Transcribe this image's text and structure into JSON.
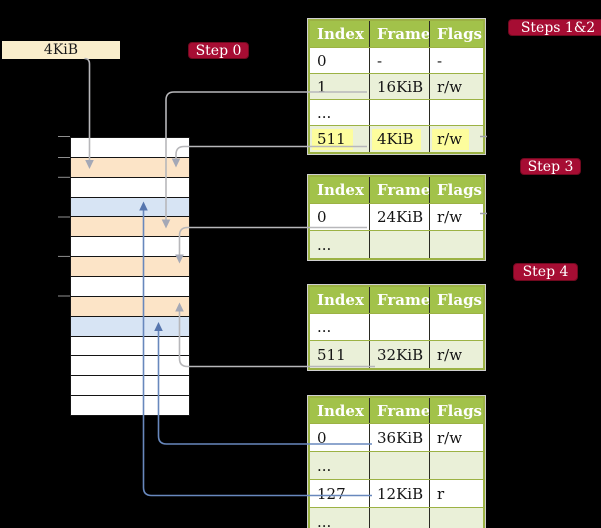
{
  "colors": {
    "background": "#000000",
    "badge_red": "#a60d33",
    "header_green": "#a2c24a",
    "row_green": "#eaf0d8",
    "row_white": "#ffffff",
    "frame_orange": "#fce4c7",
    "frame_blue": "#d7e4f4",
    "cream": "#faeecb",
    "highlight_yellow": "#fdfd9d",
    "arrow_gray": "#b7b7ba",
    "arrow_blue": "#6888bd"
  },
  "labels": {
    "root_box": "4KiB",
    "step0": "Step 0",
    "steps12": "Steps 1&2",
    "step3": "Step 3",
    "step4": "Step 4"
  },
  "memory": {
    "rows": [
      "white",
      "orange",
      "white",
      "blue",
      "orange",
      "white",
      "orange",
      "white",
      "orange",
      "blue",
      "white",
      "white",
      "white",
      "white"
    ]
  },
  "tables": [
    {
      "id": "page-table-root",
      "headers": [
        "Index",
        "Frame",
        "Flags"
      ],
      "rows": [
        {
          "cells": [
            "0",
            "-",
            "-"
          ],
          "highlight": false
        },
        {
          "cells": [
            "1",
            "16KiB",
            "r/w"
          ],
          "highlight": false
        },
        {
          "cells": [
            "...",
            "",
            ""
          ],
          "highlight": false
        },
        {
          "cells": [
            "511",
            "4KiB",
            "r/w"
          ],
          "highlight": true
        }
      ]
    },
    {
      "id": "page-table-level3",
      "headers": [
        "Index",
        "Frame",
        "Flags"
      ],
      "rows": [
        {
          "cells": [
            "0",
            "24KiB",
            "r/w"
          ],
          "highlight": false
        },
        {
          "cells": [
            "...",
            "",
            ""
          ],
          "highlight": false
        }
      ]
    },
    {
      "id": "page-table-level2",
      "headers": [
        "Index",
        "Frame",
        "Flags"
      ],
      "rows": [
        {
          "cells": [
            "...",
            "",
            ""
          ],
          "highlight": false
        },
        {
          "cells": [
            "511",
            "32KiB",
            "r/w"
          ],
          "highlight": false
        }
      ]
    },
    {
      "id": "page-table-level1",
      "headers": [
        "Index",
        "Frame",
        "Flags"
      ],
      "rows": [
        {
          "cells": [
            "0",
            "36KiB",
            "r/w"
          ],
          "highlight": false
        },
        {
          "cells": [
            "...",
            "",
            ""
          ],
          "highlight": false
        },
        {
          "cells": [
            "127",
            "12KiB",
            "r"
          ],
          "highlight": false
        },
        {
          "cells": [
            "...",
            "",
            ""
          ],
          "highlight": false
        }
      ]
    }
  ],
  "arrows": [
    {
      "from": "4KiB root box",
      "to": "memory frame row 2 (orange)",
      "color": "gray"
    },
    {
      "from": "root table entry 1 (16KiB)",
      "to": "memory frame row 5 (orange)",
      "color": "gray"
    },
    {
      "from": "root table entry 511 (4KiB)",
      "to": "memory frame row 2 (orange)",
      "color": "gray"
    },
    {
      "from": "level3 table entry 0 (24KiB)",
      "to": "memory frame row 7 (orange)",
      "color": "gray"
    },
    {
      "from": "level2 table entry 511 (32KiB)",
      "to": "memory frame row 9 (orange)",
      "color": "gray"
    },
    {
      "from": "level1 table entry 0 (36KiB)",
      "to": "memory frame row 10 (blue)",
      "color": "blue"
    },
    {
      "from": "level1 table entry 127 (12KiB)",
      "to": "memory frame row 4 (blue)",
      "color": "blue"
    }
  ]
}
